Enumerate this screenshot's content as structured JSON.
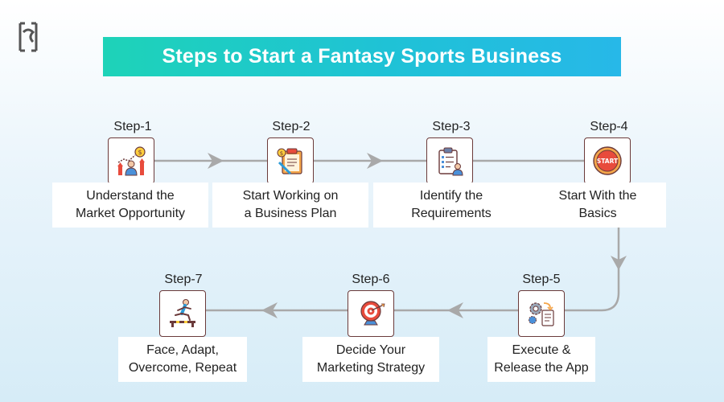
{
  "title": "Steps to Start a Fantasy Sports Business",
  "colors": {
    "banner_start": "#1ed3b8",
    "banner_end": "#27b8e8",
    "connector": "#a9a9a9",
    "icon_border": "#6b3a3a"
  },
  "steps": [
    {
      "label": "Step-1",
      "line1": "Understand the",
      "line2": "Market Opportunity",
      "icon": "market-growth-icon"
    },
    {
      "label": "Step-2",
      "line1": "Start Working on",
      "line2": "a Business Plan",
      "icon": "business-plan-icon"
    },
    {
      "label": "Step-3",
      "line1": "Identify the",
      "line2": "Requirements",
      "icon": "requirements-clipboard-icon"
    },
    {
      "label": "Step-4",
      "line1": "Start With the",
      "line2": "Basics",
      "icon": "start-button-icon"
    },
    {
      "label": "Step-5",
      "line1": "Execute &",
      "line2": "Release the App",
      "icon": "execute-gears-icon"
    },
    {
      "label": "Step-6",
      "line1": "Decide Your",
      "line2": "Marketing Strategy",
      "icon": "target-strategy-icon"
    },
    {
      "label": "Step-7",
      "line1": "Face, Adapt,",
      "line2": "Overcome, Repeat",
      "icon": "hurdle-runner-icon"
    }
  ]
}
